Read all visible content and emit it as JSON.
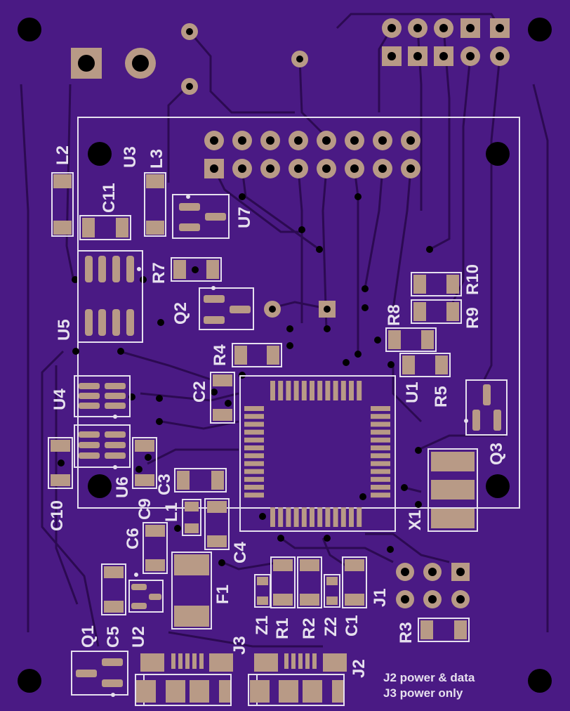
{
  "board": {
    "colors": {
      "substrate": "#4a1a84",
      "copper_trace": "#2c0a52",
      "pad": "#b89a86",
      "silkscreen": "#e6e0ee",
      "hole": "#000000"
    }
  },
  "designators": {
    "L2": "L2",
    "U3": "U3",
    "L3": "L3",
    "C11": "C11",
    "U7": "U7",
    "R7": "R7",
    "U5": "U5",
    "Q2": "Q2",
    "R4": "R4",
    "C2": "C2",
    "U4": "U4",
    "U6": "U6",
    "C3": "C3",
    "C9": "C9",
    "C10": "C10",
    "L1": "L1",
    "C6": "C6",
    "C4": "C4",
    "F1": "F1",
    "Q1": "Q1",
    "C5": "C5",
    "U2": "U2",
    "J3": "J3",
    "Z1": "Z1",
    "R1": "R1",
    "R2": "R2",
    "Z2": "Z2",
    "C1": "C1",
    "J1": "J1",
    "J2": "J2",
    "R3": "R3",
    "X1": "X1",
    "Q3": "Q3",
    "R5": "R5",
    "U1": "U1",
    "R8": "R8",
    "R9": "R9",
    "R10": "R10"
  },
  "notes": {
    "line1": "J2 power & data",
    "line2": "J3 power only"
  }
}
